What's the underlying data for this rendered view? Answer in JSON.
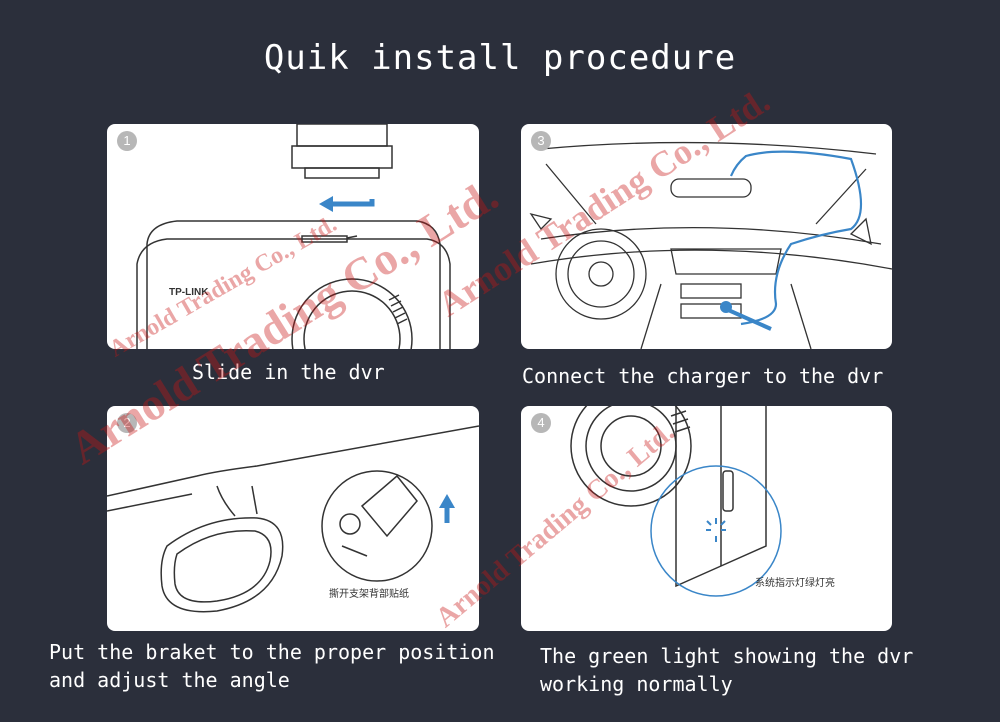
{
  "title": "Quik install procedure",
  "steps": [
    {
      "number": "1",
      "caption": "Slide in the dvr",
      "brand": "TP-LINK"
    },
    {
      "number": "3",
      "caption": "Connect the charger to the dvr"
    },
    {
      "number": "2",
      "caption_line1": "Put the braket to the proper position",
      "caption_line2": "and adjust the angle",
      "note_cn": "撕开支架背部贴纸"
    },
    {
      "number": "4",
      "caption_line1": "The green light showing the dvr",
      "caption_line2": "working normally",
      "note_cn": "系统指示灯绿灯亮"
    }
  ],
  "watermark": "Arnold Trading Co., Ltd.",
  "colors": {
    "background": "#2b2f3b",
    "accent_blue": "#3a86c8",
    "watermark": "#c81414"
  }
}
